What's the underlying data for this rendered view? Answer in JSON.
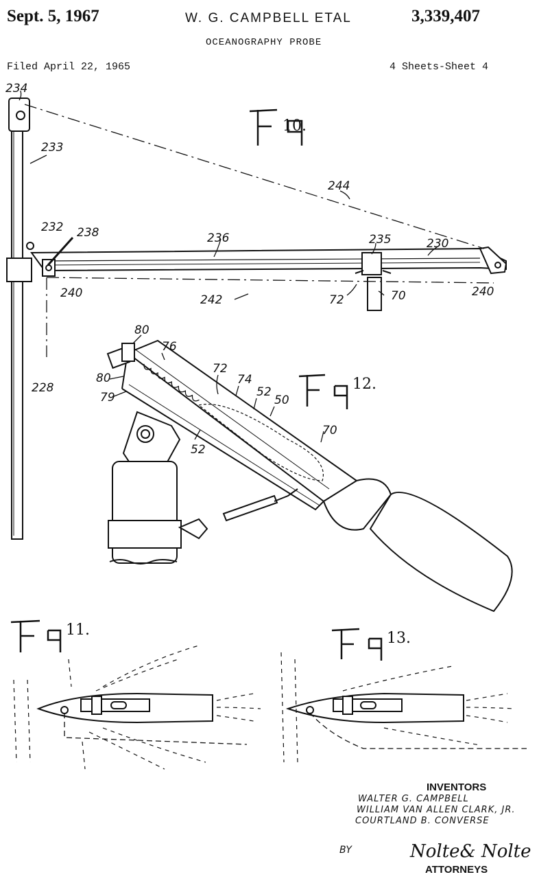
{
  "header": {
    "date": "Sept. 5, 1967",
    "inventors": "W. G. CAMPBELL ETAL",
    "patent_number": "3,339,407",
    "title": "OCEANOGRAPHY PROBE",
    "filed": "Filed April 22, 1965",
    "sheets": "4 Sheets-Sheet 4"
  },
  "figures": {
    "fig10": "Fig. 10.",
    "fig11": "Fig. 11.",
    "fig12": "Fig. 12.",
    "fig13": "Fig. 13."
  },
  "refs": {
    "r234": "234",
    "r233": "233",
    "r244": "244",
    "r232": "232",
    "r238": "238",
    "r236": "236",
    "r235": "235",
    "r230": "230",
    "r240a": "240",
    "r240b": "240",
    "r242": "242",
    "r72a": "72",
    "r70a": "70",
    "r228": "228",
    "r80a": "80",
    "r80b": "80",
    "r76": "76",
    "r79": "79",
    "r72b": "72",
    "r74": "74",
    "r52a": "52",
    "r50": "50",
    "r52b": "52",
    "r70b": "70"
  },
  "footer": {
    "inventors_label": "INVENTORS",
    "names": [
      "WALTER G. CAMPBELL",
      "WILLIAM VAN ALLEN CLARK, JR.",
      "COURTLAND B. CONVERSE"
    ],
    "by": "BY",
    "signature": "Nolte & Nolte",
    "attorneys_label": "ATTORNEYS"
  }
}
